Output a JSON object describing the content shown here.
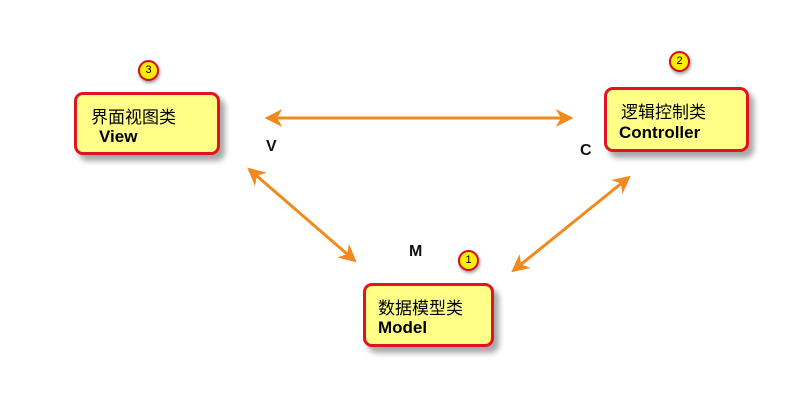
{
  "nodes": {
    "view": {
      "title_cn": "界面视图类",
      "title_en": "View",
      "badge": "3",
      "letter": "V"
    },
    "controller": {
      "title_cn": "逻辑控制类",
      "title_en": "Controller",
      "badge": "2",
      "letter": "C"
    },
    "model": {
      "title_cn": "数据模型类",
      "title_en": "Model",
      "badge": "1",
      "letter": "M"
    }
  },
  "colors": {
    "box_fill": "#ffff88",
    "box_border": "#e0141e",
    "arrow": "#f08a1e",
    "badge_fill": "#ffee00"
  }
}
